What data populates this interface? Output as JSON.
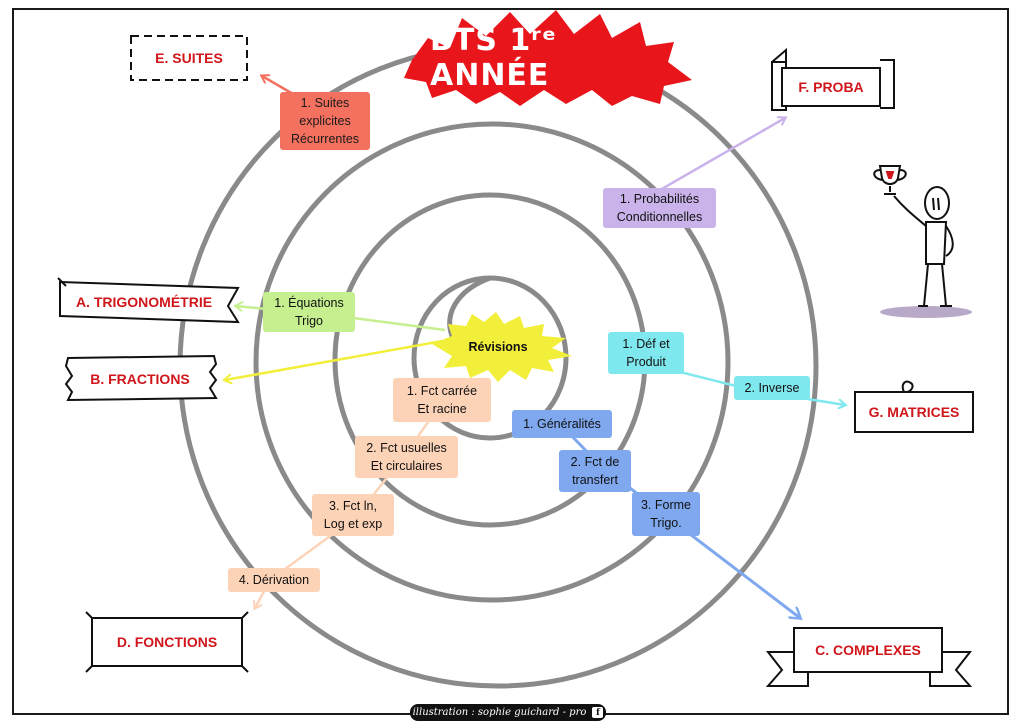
{
  "title": "BTS 1ʳᵉ ANNÉE",
  "center": "Révisions",
  "topics": {
    "suites": "E. SUITES",
    "proba": "F. PROBA",
    "trigo": "A. TRIGONOMÉTRIE",
    "fractions": "B. FRACTIONS",
    "matrices": "G. MATRICES",
    "fonctions": "D. FONCTIONS",
    "complexes": "C. COMPLEXES"
  },
  "nodes": {
    "suites1": [
      "1. Suites",
      "explicites",
      "Récurrentes"
    ],
    "proba1": [
      "1. Probabilités",
      "Conditionnelles"
    ],
    "trigo1": [
      "1. Équations",
      "Trigo"
    ],
    "matrices1": [
      "1. Déf et",
      "Produit"
    ],
    "matrices2": [
      "2. Inverse"
    ],
    "fonctions1": [
      "1. Fct carrée",
      "Et racine"
    ],
    "fonctions2": [
      "2. Fct usuelles",
      "Et circulaires"
    ],
    "fonctions3": [
      "3. Fct ln,",
      "Log et exp"
    ],
    "fonctions4": [
      "4. Dérivation"
    ],
    "complexes1": [
      "1. Généralités"
    ],
    "complexes2": [
      "2. Fct de",
      "transfert"
    ],
    "complexes3": [
      "3. Forme",
      "Trigo."
    ]
  },
  "colors": {
    "title_red": "#e8151b",
    "topic_red": "#d0161b",
    "suites": "#f4705f",
    "proba": "#c9b3ea",
    "trigo": "#c6ef8f",
    "fractions": "#f2ef3b",
    "fonctions": "#fdd3b8",
    "complexes": "#7fa8ef",
    "matrices": "#7fe8ee",
    "spiral": "#8a8a8a"
  },
  "credit": "illustration : sophie guichard - pro",
  "credit_icon": "facebook-icon",
  "character_icon": "stick-figure-holding-trophy-icon"
}
